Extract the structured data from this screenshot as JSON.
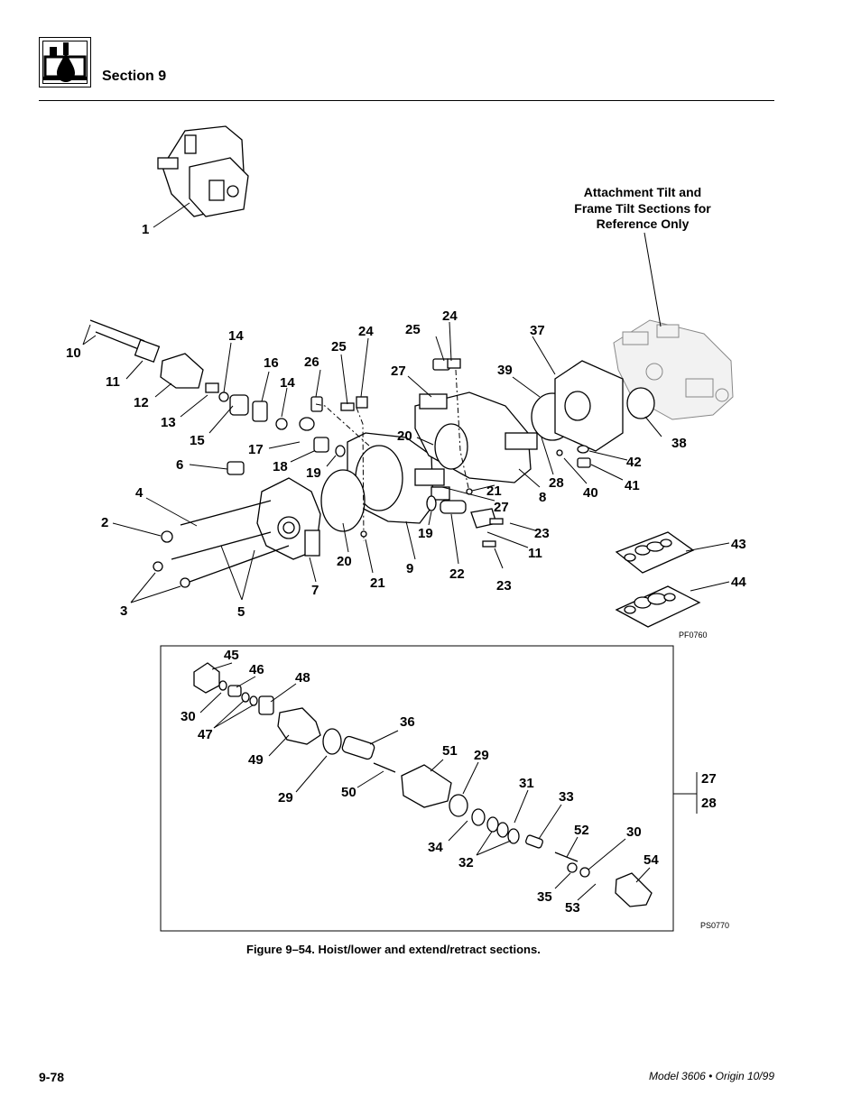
{
  "header": {
    "section_label": "Section 9",
    "icon": "hydraulic-drop-icon"
  },
  "figure": {
    "caption": "Figure 9–54.  Hoist/lower and extend/retract sections.",
    "reference_note_lines": [
      "Attachment Tilt and",
      "Frame Tilt Sections for",
      "Reference Only"
    ],
    "upper_code": "PF0760",
    "lower_code": "PS0770",
    "bracket_labels": [
      "27",
      "28"
    ],
    "upper_callouts": [
      "1",
      "2",
      "3",
      "4",
      "5",
      "6",
      "7",
      "8",
      "9",
      "10",
      "11",
      "11",
      "12",
      "13",
      "14",
      "14",
      "15",
      "16",
      "17",
      "18",
      "19",
      "19",
      "20",
      "20",
      "21",
      "21",
      "22",
      "23",
      "23",
      "24",
      "24",
      "25",
      "25",
      "26",
      "27",
      "27",
      "28",
      "37",
      "38",
      "39",
      "40",
      "41",
      "42",
      "43",
      "44"
    ],
    "detail_callouts": [
      "45",
      "46",
      "48",
      "30",
      "47",
      "49",
      "36",
      "29",
      "29",
      "50",
      "51",
      "31",
      "33",
      "34",
      "32",
      "52",
      "30",
      "54",
      "35",
      "53"
    ]
  },
  "footer": {
    "page_number": "9-78",
    "model_origin": "Model 3606 • Origin 10/99"
  }
}
